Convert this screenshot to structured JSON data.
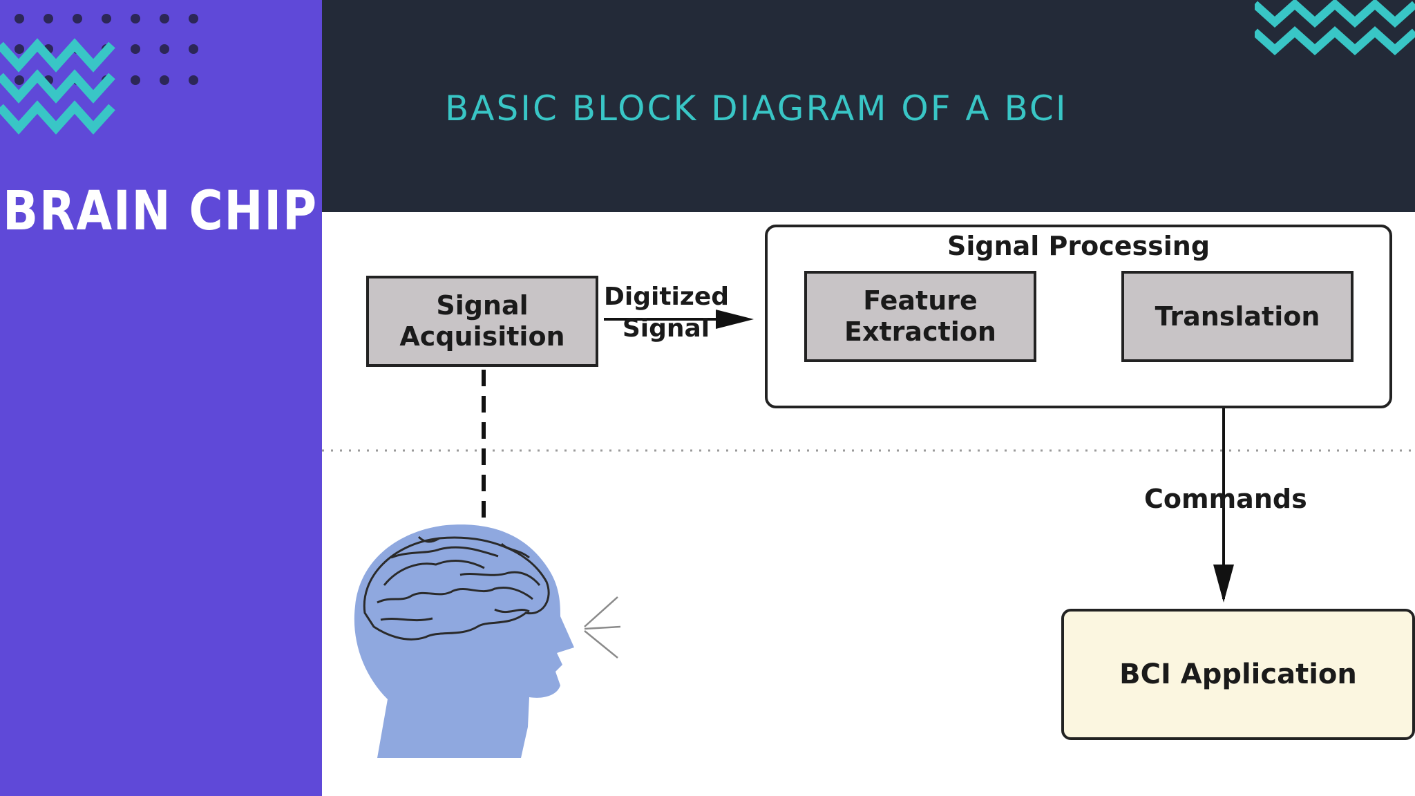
{
  "sidebar": {
    "title": "BRAIN CHIP INTERFACE"
  },
  "header": {
    "title": "BASIC BLOCK DIAGRAM OF A BCI"
  },
  "diagram": {
    "signal_acquisition": "Signal Acquisition",
    "digitized_signal": "Digitized Signal",
    "signal_processing": "Signal Processing",
    "feature_extraction": "Feature Extraction",
    "translation": "Translation",
    "commands": "Commands",
    "bci_application": "BCI Application"
  },
  "colors": {
    "sidebar_bg": "#5f49d8",
    "header_bg": "#232a38",
    "accent_teal": "#39c6c6",
    "box_gray": "#c8c4c6",
    "app_box": "#fbf6e0",
    "head_blue": "#8fa8df"
  }
}
